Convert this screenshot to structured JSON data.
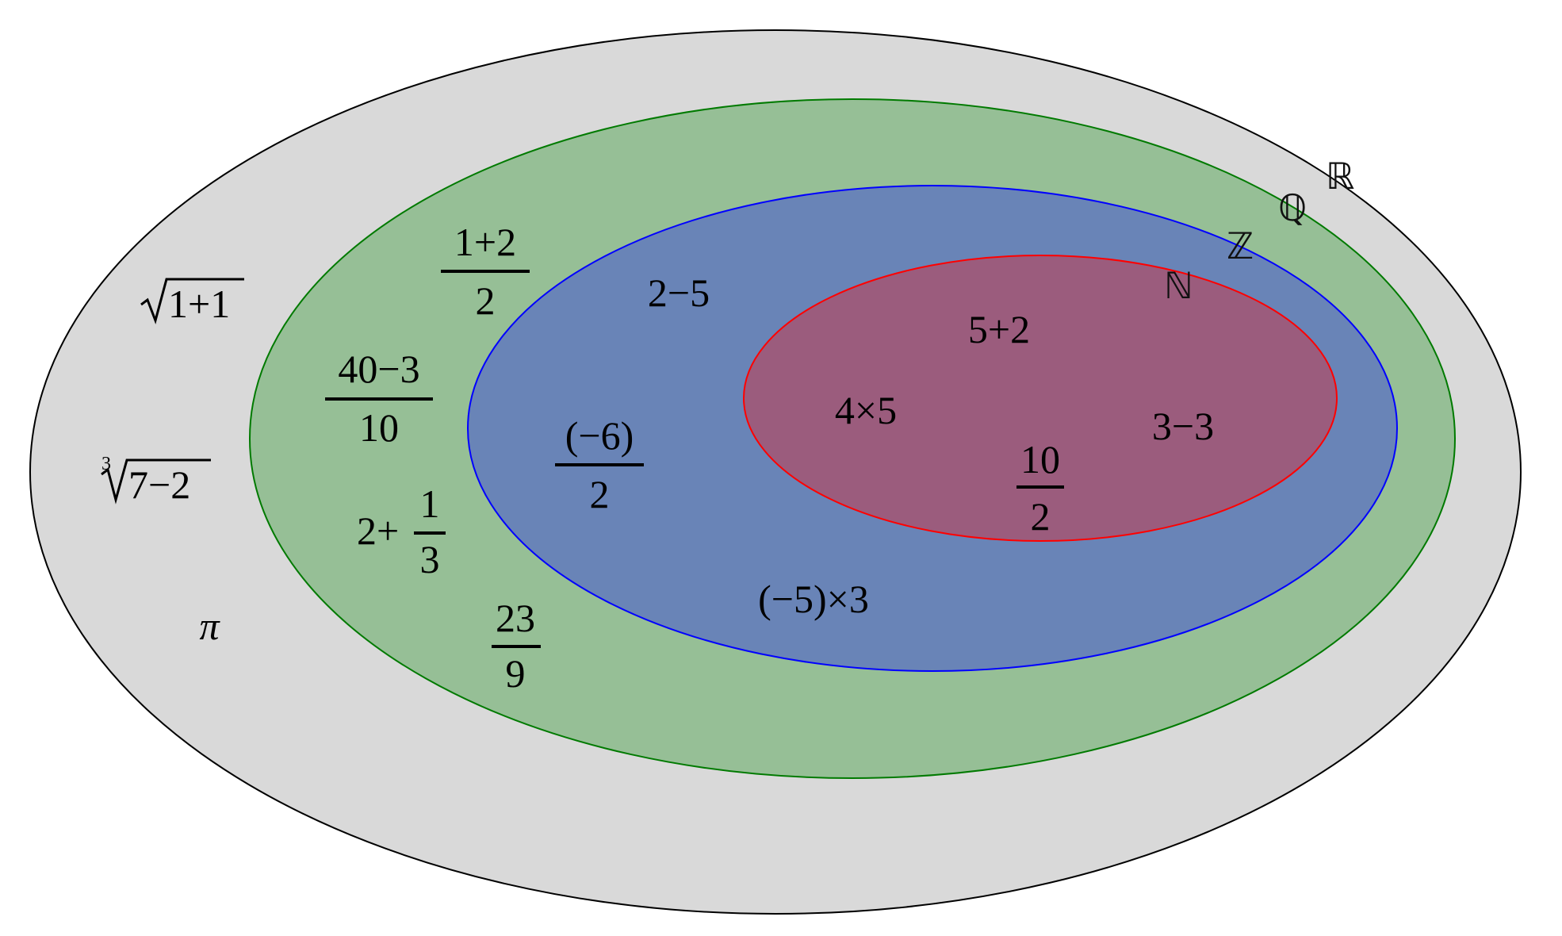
{
  "sets": {
    "R": {
      "symbol": "ℝ",
      "fill": "#d9d9d9",
      "stroke": "#000000"
    },
    "Q": {
      "symbol": "ℚ",
      "fill": "#96bf96",
      "stroke": "#007a00"
    },
    "Z": {
      "symbol": "ℤ",
      "fill": "#6984b7",
      "stroke": "#0000ff"
    },
    "N": {
      "symbol": "ℕ",
      "fill": "#9b5c7d",
      "stroke": "#ff0000"
    }
  },
  "elements": {
    "real": {
      "sqrt": {
        "radicand": "1+1"
      },
      "cbrt": {
        "index": "3",
        "radicand": "7−2"
      },
      "pi": "π"
    },
    "rational": {
      "frac_1_2_over_2": {
        "num": "1+2",
        "den": "2"
      },
      "frac_40_3_over_10": {
        "num": "40−3",
        "den": "10"
      },
      "mixed": {
        "whole": "2+",
        "num": "1",
        "den": "3"
      },
      "frac_23_over_9": {
        "num": "23",
        "den": "9"
      }
    },
    "integer": {
      "diff_2_5": "2−5",
      "frac_neg6_over_2": {
        "num": "(−6)",
        "den": "2"
      },
      "neg5_times_3": "(−5)×3"
    },
    "natural": {
      "sum_5_2": "5+2",
      "prod_4_5": "4×5",
      "diff_3_3": "3−3",
      "frac_10_over_2": {
        "num": "10",
        "den": "2"
      }
    }
  }
}
